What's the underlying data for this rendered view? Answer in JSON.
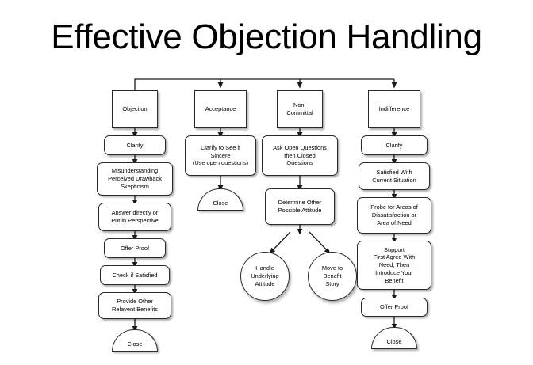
{
  "title": "Effective Objection Handling",
  "diagram": {
    "type": "flowchart",
    "orientation": "top-down, four parallel branches from a common bus",
    "columns": [
      {
        "id": "objection",
        "header": "Objection",
        "nodes": [
          {
            "id": "c1-n1",
            "label": "Objection",
            "shape": "rectangle"
          },
          {
            "id": "c1-n2",
            "label": "Clarify",
            "shape": "rounded-rectangle"
          },
          {
            "id": "c1-n3",
            "label": "Misunderstanding\nPerceived Drawback\nSkepticism",
            "shape": "rounded-rectangle"
          },
          {
            "id": "c1-n4",
            "label": "Answer directly or\nPut in Perspective",
            "shape": "rounded-rectangle"
          },
          {
            "id": "c1-n5",
            "label": "Offer Proof",
            "shape": "rounded-rectangle"
          },
          {
            "id": "c1-n6",
            "label": "Check if Satisfied",
            "shape": "rounded-rectangle"
          },
          {
            "id": "c1-n7",
            "label": "Provide Other\nRelavent Benefits",
            "shape": "rounded-rectangle"
          },
          {
            "id": "c1-n8",
            "label": "Close",
            "shape": "terminator-dome"
          }
        ]
      },
      {
        "id": "acceptance",
        "header": "Acceptance",
        "nodes": [
          {
            "id": "c2-n1",
            "label": "Acceptance",
            "shape": "rectangle"
          },
          {
            "id": "c2-n2",
            "label": "Clarify to See if\nSincere\n(Use open questions)",
            "shape": "rounded-rectangle"
          },
          {
            "id": "c2-n3",
            "label": "Close",
            "shape": "terminator-dome"
          }
        ]
      },
      {
        "id": "non-committal",
        "header": "Non-Committal",
        "nodes": [
          {
            "id": "c3-n1",
            "label": "Non-\nCommittal",
            "shape": "rectangle"
          },
          {
            "id": "c3-n2",
            "label": "Ask Open Questions\nthen Closed\nQuestions",
            "shape": "rounded-rectangle"
          },
          {
            "id": "c3-n3",
            "label": "Determine Other\nPossible Attitude",
            "shape": "rounded-rectangle"
          },
          {
            "id": "c3-n4",
            "label": "Handle\nUnderlying\nAttitude",
            "shape": "circle"
          },
          {
            "id": "c3-n5",
            "label": "Move to\nBenefit\nStory",
            "shape": "circle"
          }
        ]
      },
      {
        "id": "indifference",
        "header": "Indifference",
        "nodes": [
          {
            "id": "c4-n1",
            "label": "Indifference",
            "shape": "rectangle"
          },
          {
            "id": "c4-n2",
            "label": "Clarify",
            "shape": "rounded-rectangle"
          },
          {
            "id": "c4-n3",
            "label": "Satisfied With\nCurrent Situation",
            "shape": "rounded-rectangle"
          },
          {
            "id": "c4-n4",
            "label": "Probe for Areas of\nDissatisfaction or\nArea of Need",
            "shape": "rounded-rectangle"
          },
          {
            "id": "c4-n5",
            "label": "Support\nFirst Agree With\nNeed, Then\nIntroduce Your\nBenefit",
            "shape": "rounded-rectangle"
          },
          {
            "id": "c4-n6",
            "label": "Offer Proof",
            "shape": "rounded-rectangle"
          },
          {
            "id": "c4-n7",
            "label": "Close",
            "shape": "terminator-dome"
          }
        ]
      }
    ],
    "colors": {
      "background": "#ffffff",
      "node_fill": "#ffffff",
      "node_stroke": "#2a2a2a",
      "connector": "#1a1a1a",
      "text": "#000000"
    }
  }
}
